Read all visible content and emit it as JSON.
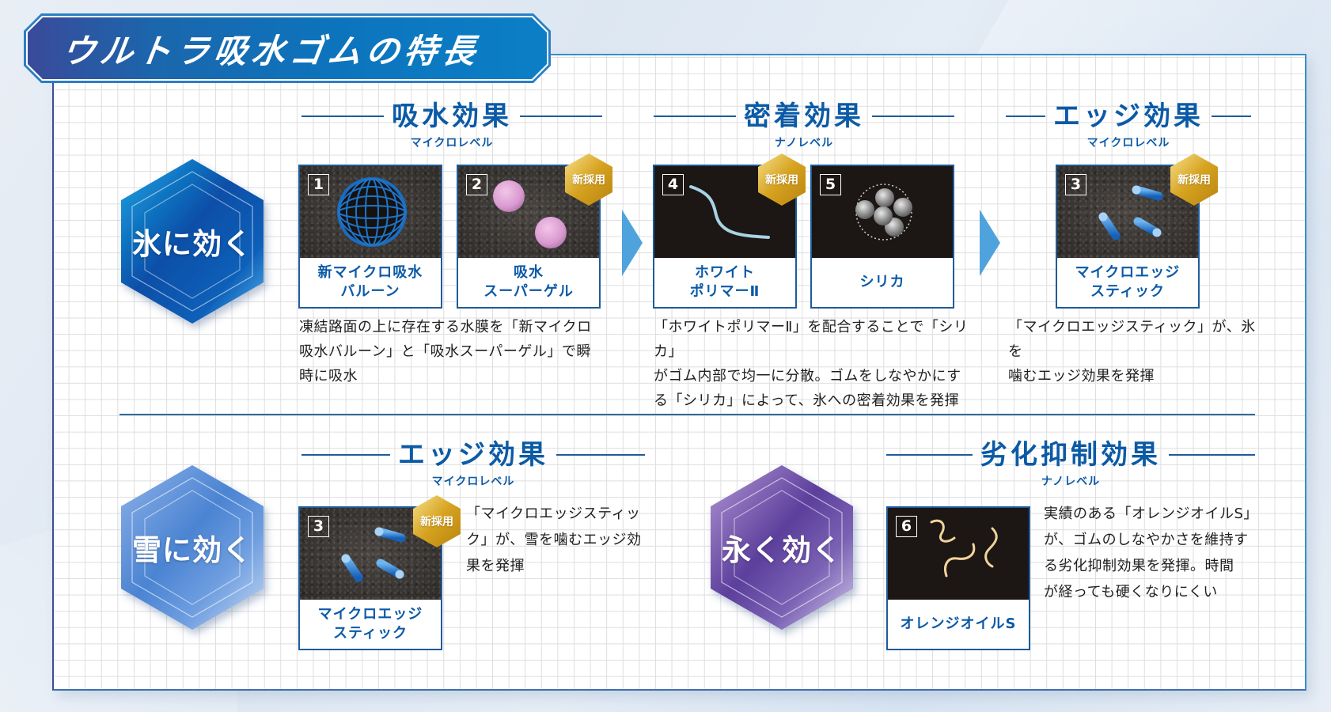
{
  "title": "ウルトラ吸水ゴムの特長",
  "colors": {
    "heading_blue": "#0b5aa6",
    "card_border": "#1d5c9b",
    "arrow_blue": "#4fa3dc",
    "badge_gold": "#d9a823",
    "ice_hex": "#0b5fb8",
    "snow_hex": "#5b8fd6",
    "long_hex": "#6a4aa4"
  },
  "rows": {
    "ice": {
      "badge": "氷に効く",
      "sections": [
        {
          "heading": "吸水効果",
          "level": "マイクロレベル",
          "cards": [
            {
              "num": "1",
              "label": "新マイクロ吸水\nバルーン",
              "icon": "mesh-sphere-icon",
              "new": false
            },
            {
              "num": "2",
              "label": "吸水\nスーパーゲル",
              "icon": "pink-gel-beads-icon",
              "new": true
            }
          ],
          "desc": "凍結路面の上に存在する水膜を「新マイクロ吸水バルーン」と「吸水スーパーゲル」で瞬時に吸水",
          "desc_lines": [
            "凍結路面の上に存在する水膜を「新マイクロ",
            "吸水バルーン」と「吸水スーパーゲル」で瞬",
            "時に吸水"
          ]
        },
        {
          "heading": "密着効果",
          "level": "ナノレベル",
          "cards": [
            {
              "num": "4",
              "label": "ホワイト\nポリマーⅡ",
              "icon": "polymer-strand-icon",
              "new": true
            },
            {
              "num": "5",
              "label": "シリカ",
              "icon": "silica-cluster-icon",
              "new": false
            }
          ],
          "desc_lines": [
            "「ホワイトポリマーⅡ」を配合することで「シリカ」",
            "がゴム内部で均一に分散。ゴムをしなやかにす",
            "る「シリカ」によって、氷への密着効果を発揮"
          ]
        },
        {
          "heading": "エッジ効果",
          "level": "マイクロレベル",
          "cards": [
            {
              "num": "3",
              "label": "マイクロエッジ\nスティック",
              "icon": "edge-sticks-icon",
              "new": true
            }
          ],
          "desc_lines": [
            "「マイクロエッジスティック」が、氷を",
            "噛むエッジ効果を発揮"
          ]
        }
      ]
    },
    "snow": {
      "badge": "雪に効く",
      "section": {
        "heading": "エッジ効果",
        "level": "マイクロレベル",
        "card": {
          "num": "3",
          "label": "マイクロエッジ\nスティック",
          "icon": "edge-sticks-icon",
          "new": true
        },
        "desc_lines": [
          "「マイクロエッジスティッ",
          "ク」が、雪を噛むエッジ効",
          "果を発揮"
        ]
      }
    },
    "long": {
      "badge": "永く効く",
      "section": {
        "heading": "劣化抑制効果",
        "level": "ナノレベル",
        "card": {
          "num": "6",
          "label": "オレンジオイルS",
          "icon": "orange-oil-strands-icon",
          "new": false
        },
        "desc_lines": [
          "実績のある「オレンジオイルS」",
          "が、ゴムのしなやかさを維持す",
          "る劣化抑制効果を発揮。時間",
          "が経っても硬くなりにくい"
        ]
      }
    }
  },
  "new_badge_label": "新採用"
}
